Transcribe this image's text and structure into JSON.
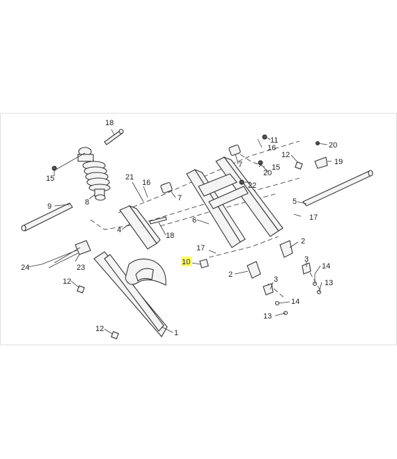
{
  "highlight_color": "#ffff66",
  "callouts": {
    "c1": "1",
    "c2a": "2",
    "c2b": "2",
    "c3a": "3",
    "c3b": "3",
    "c4": "4",
    "c5": "5",
    "c6": "6",
    "c7a": "7",
    "c7b": "7",
    "c8": "8",
    "c9": "9",
    "c10": "10",
    "c11": "11",
    "c12a": "12",
    "c12b": "12",
    "c12c": "12",
    "c13a": "13",
    "c13b": "13",
    "c14a": "14",
    "c14b": "14",
    "c15a": "15",
    "c15b": "15",
    "c16a": "16",
    "c16b": "16",
    "c17a": "17",
    "c17b": "17",
    "c18a": "18",
    "c18b": "18",
    "c19": "19",
    "c20a": "20",
    "c20b": "20",
    "c21": "21",
    "c22": "22",
    "c23": "23",
    "c24": "24"
  }
}
